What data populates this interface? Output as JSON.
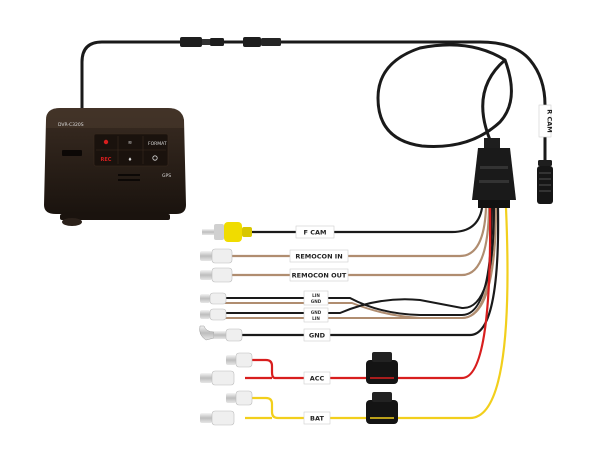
{
  "device": {
    "model": "DVR-C320S",
    "rec_label": "REC",
    "format_label": "FORMAT",
    "gps_label": "GPS"
  },
  "labels": {
    "r_cam": "R CAM",
    "f_cam": "F CAM",
    "remocon_in": "REMOCON IN",
    "remocon_out": "REMOCON OUT",
    "lin_1": "LIN",
    "gnd_1": "GND",
    "gnd_2": "GND",
    "lin_2": "LIN",
    "gnd": "GND",
    "acc": "ACC",
    "bat": "BAT"
  },
  "colors": {
    "black_wire": "#1a1a1a",
    "red_wire": "#d81e1e",
    "yellow_wire": "#f2cf1c",
    "brown_wire": "#b08d70",
    "rca_yellow": "#f0dc00"
  }
}
